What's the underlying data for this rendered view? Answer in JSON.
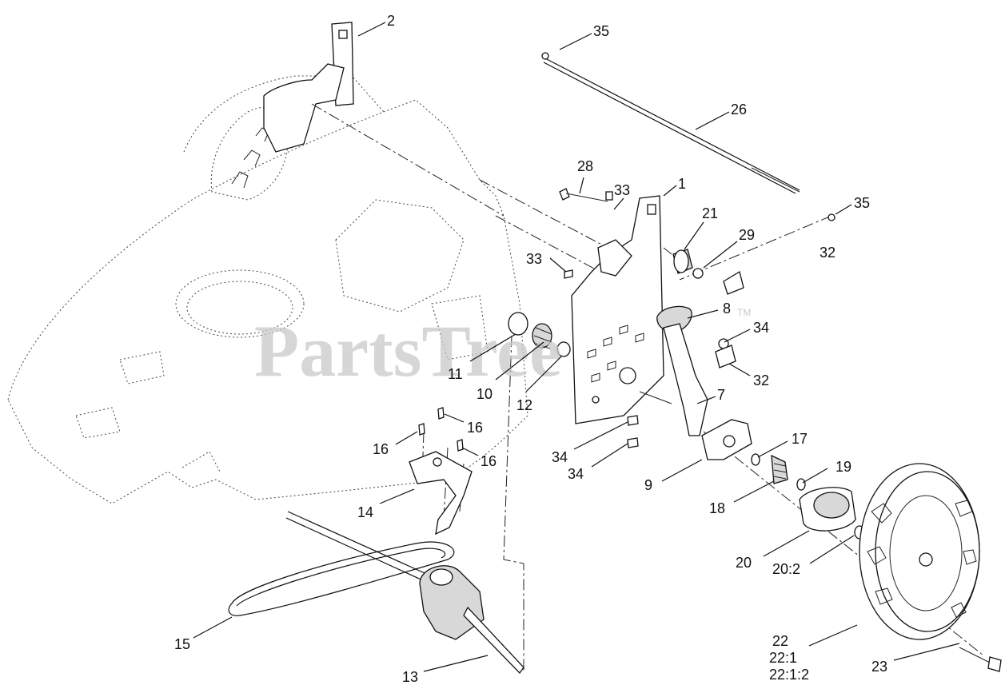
{
  "watermark": {
    "text": "PartsTree",
    "tm": "TM"
  },
  "callouts": [
    {
      "id": "c-2",
      "text": "2"
    },
    {
      "id": "c-35a",
      "text": "35"
    },
    {
      "id": "c-26",
      "text": "26"
    },
    {
      "id": "c-28",
      "text": "28"
    },
    {
      "id": "c-33a",
      "text": "33"
    },
    {
      "id": "c-1",
      "text": "1"
    },
    {
      "id": "c-21",
      "text": "21"
    },
    {
      "id": "c-35b",
      "text": "35"
    },
    {
      "id": "c-29",
      "text": "29"
    },
    {
      "id": "c-32a",
      "text": "32"
    },
    {
      "id": "c-33b",
      "text": "33"
    },
    {
      "id": "c-8",
      "text": "8"
    },
    {
      "id": "c-34a",
      "text": "34"
    },
    {
      "id": "c-32b",
      "text": "32"
    },
    {
      "id": "c-11",
      "text": "11"
    },
    {
      "id": "c-10",
      "text": "10"
    },
    {
      "id": "c-12",
      "text": "12"
    },
    {
      "id": "c-7",
      "text": "7"
    },
    {
      "id": "c-16a",
      "text": "16"
    },
    {
      "id": "c-16b",
      "text": "16"
    },
    {
      "id": "c-16c",
      "text": "16"
    },
    {
      "id": "c-34b",
      "text": "34"
    },
    {
      "id": "c-34c",
      "text": "34"
    },
    {
      "id": "c-17",
      "text": "17"
    },
    {
      "id": "c-19",
      "text": "19"
    },
    {
      "id": "c-9",
      "text": "9"
    },
    {
      "id": "c-14",
      "text": "14"
    },
    {
      "id": "c-18",
      "text": "18"
    },
    {
      "id": "c-20",
      "text": "20"
    },
    {
      "id": "c-20-2",
      "text": "20:2"
    },
    {
      "id": "c-15",
      "text": "15"
    },
    {
      "id": "c-13",
      "text": "13"
    },
    {
      "id": "c-22",
      "text": "22"
    },
    {
      "id": "c-22-1",
      "text": "22:1"
    },
    {
      "id": "c-22-1-2",
      "text": "22:1:2"
    },
    {
      "id": "c-23",
      "text": "23"
    }
  ]
}
